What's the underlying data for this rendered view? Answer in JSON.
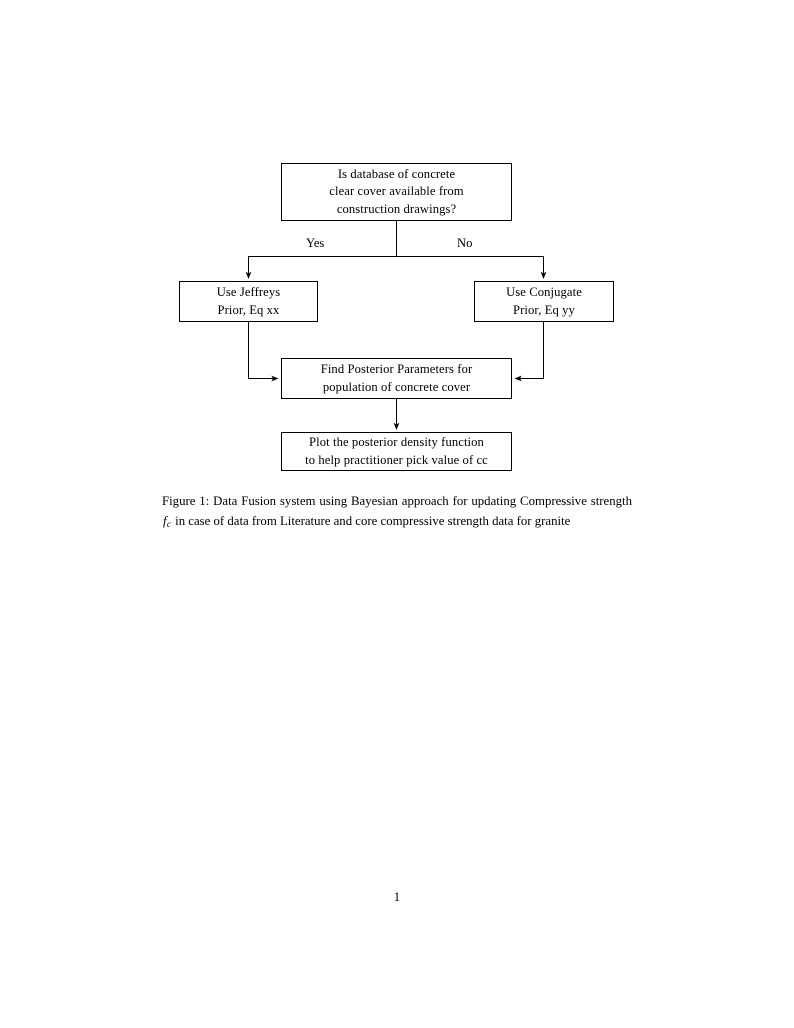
{
  "document": {
    "page_number": "1"
  },
  "figure": {
    "nodes": [
      {
        "id": "question",
        "lines": [
          "Is database of concrete",
          "clear cover available from",
          "construction drawings?"
        ]
      },
      {
        "id": "jeffreys",
        "lines": [
          "Use Jeffreys",
          "Prior, Eq xx"
        ]
      },
      {
        "id": "conjugate",
        "lines": [
          "Use Conjugate",
          "Prior, Eq yy"
        ]
      },
      {
        "id": "posterior",
        "lines": [
          "Find Posterior Parameters for",
          "population of concrete cover"
        ]
      },
      {
        "id": "plot",
        "lines": [
          "Plot the posterior density function",
          "to help practitioner pick value of cc"
        ]
      }
    ],
    "edge_labels": {
      "yes": "Yes",
      "no": "No"
    },
    "line_color": "#000000"
  },
  "caption": {
    "label": "Figure 1:",
    "text_part_1": "Data Fusion system using Bayesian approach for updating Compressive strength",
    "math_symbol": "f",
    "math_subscript": "c",
    "text_part_2": "in case of data from Literature and core compressive strength data for granite"
  }
}
